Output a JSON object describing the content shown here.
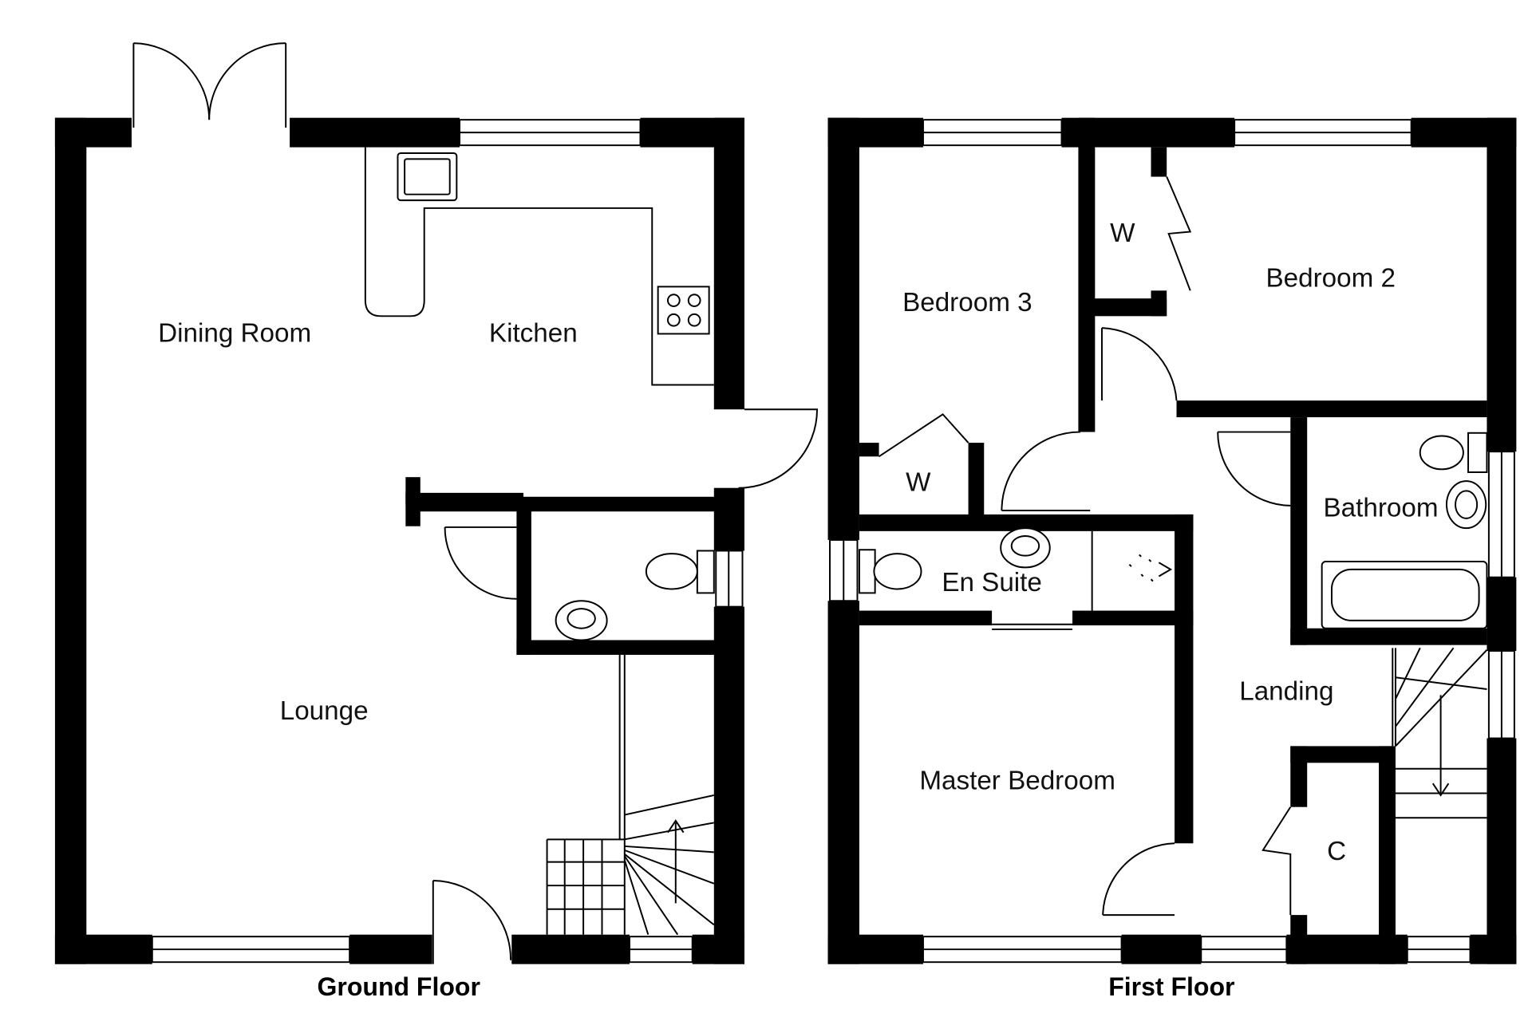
{
  "floors": {
    "ground": {
      "title": "Ground Floor",
      "rooms": {
        "dining_room": "Dining Room",
        "kitchen": "Kitchen",
        "lounge": "Lounge"
      }
    },
    "first": {
      "title": "First Floor",
      "rooms": {
        "bedroom_3": "Bedroom 3",
        "bedroom_2": "Bedroom 2",
        "wardrobe_bedroom_2": "W",
        "wardrobe_bedroom_3": "W",
        "en_suite": "En Suite",
        "bathroom": "Bathroom",
        "landing": "Landing",
        "master_bedroom": "Master Bedroom",
        "cupboard": "C"
      }
    }
  }
}
